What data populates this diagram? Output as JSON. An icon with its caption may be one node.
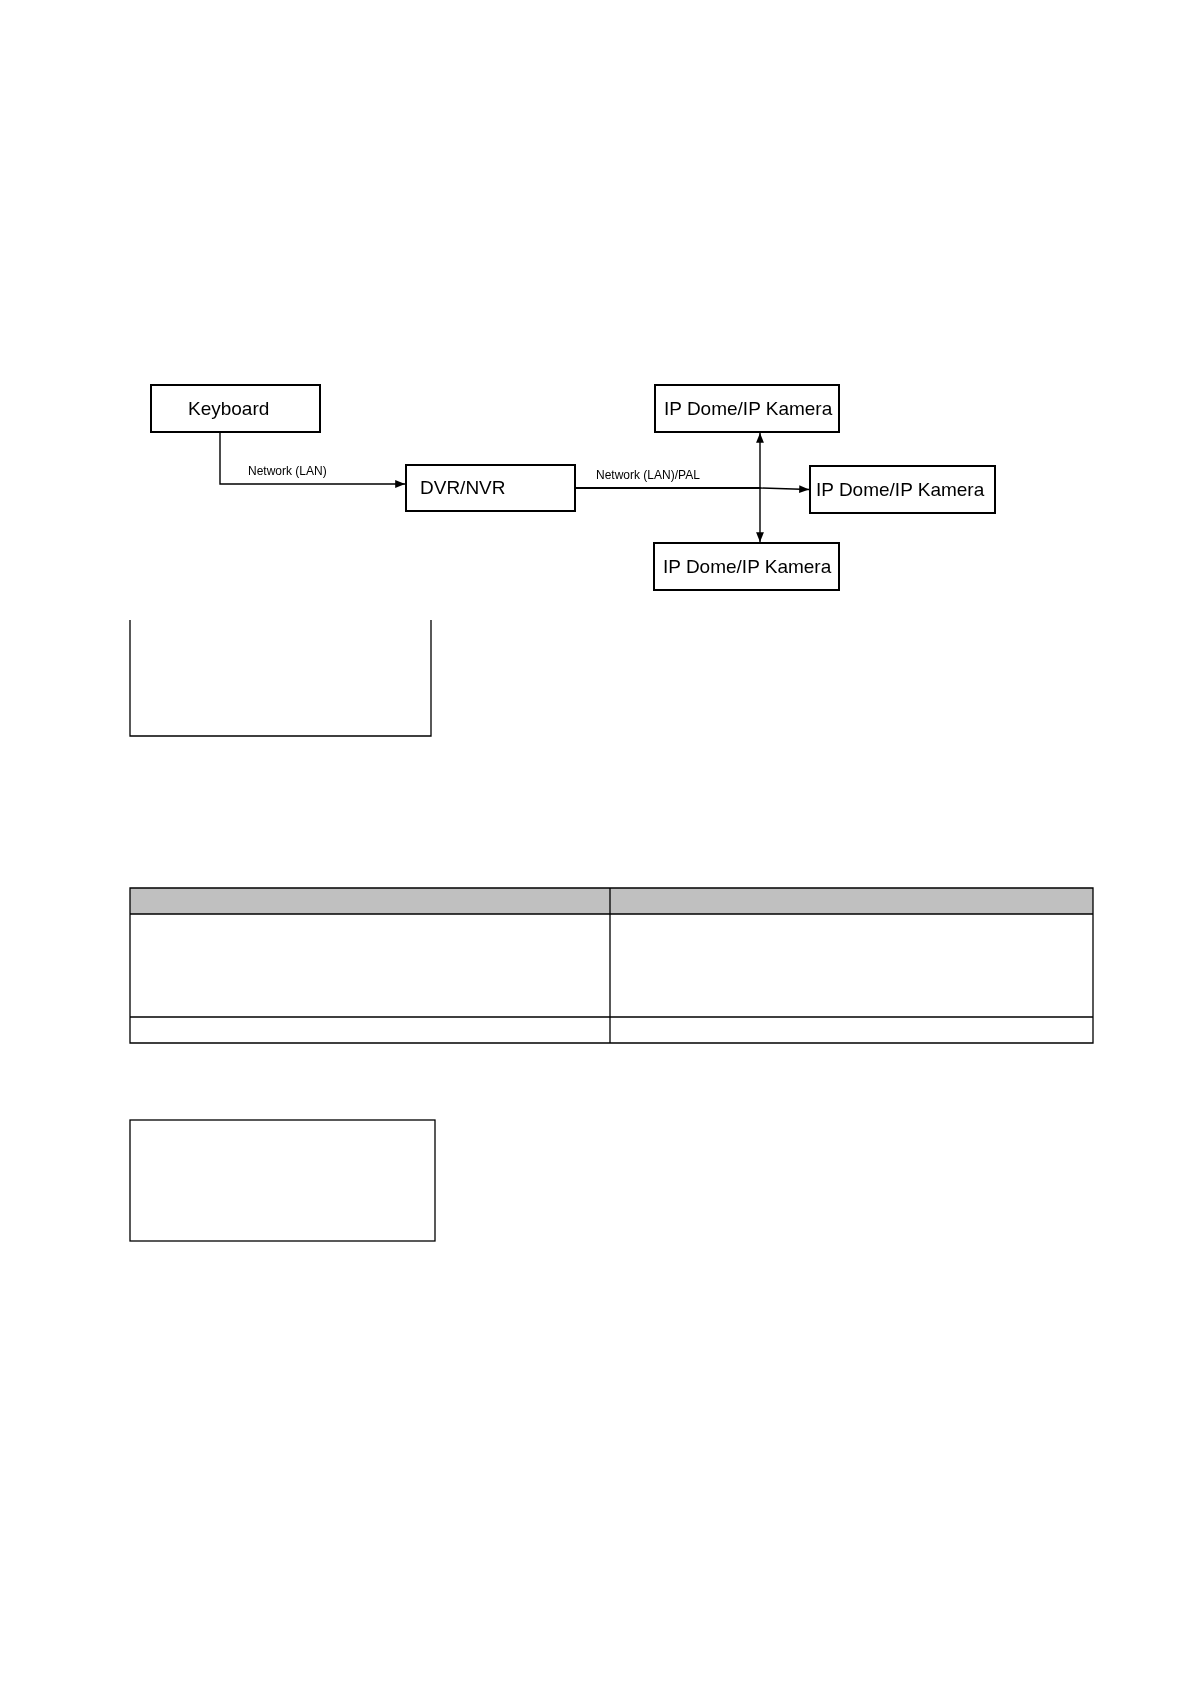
{
  "diagram": {
    "nodes": [
      {
        "text": [
          "Keyboard"
        ]
      },
      {
        "text": [
          "DVR/NVR"
        ]
      },
      {
        "text": [
          "IP Dome/IP Kamera"
        ]
      },
      {
        "text": [
          "IP Dome/IP Kamera"
        ]
      },
      {
        "text": [
          "IP Dome/IP Kamera"
        ]
      }
    ],
    "edges": [
      {
        "from": 0,
        "to": 1,
        "arrow": "to",
        "label": "Network (LAN)"
      },
      {
        "from": 1,
        "to": 3,
        "arrow": "to",
        "label": "Network (LAN)/PAL"
      },
      {
        "from": 1,
        "to": 2,
        "arrow": "to"
      },
      {
        "from": 1,
        "to": 4,
        "arrow": "to"
      }
    ]
  }
}
